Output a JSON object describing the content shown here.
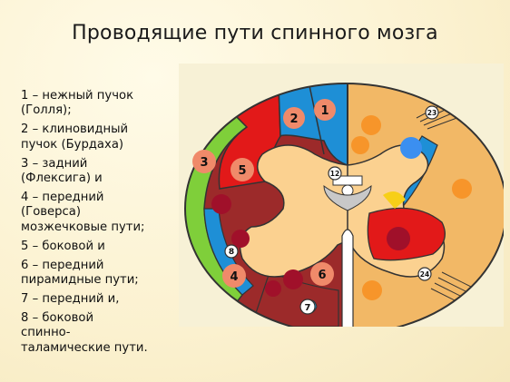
{
  "title": "Проводящие пути спинного мозга",
  "legend": [
    "1 – нежный пучок\n(Голля);",
    "2 – клиновидный\nпучок (Бурдаха)",
    "3 – задний\n(Флексига) и",
    "4 – передний\n(Говерса)\nмозжечковые пути;",
    "5 – боковой и",
    "6 – передний\nпирамидные пути;",
    "7 – передний и,",
    "8 – боковой\nспинно-\nталамические пути."
  ],
  "diagram": {
    "markers": [
      "1",
      "2",
      "3",
      "4",
      "5",
      "6",
      "7",
      "8",
      "12",
      "23",
      "24"
    ]
  },
  "colors": {
    "background": "#fbf1cf",
    "panel": "#f7f1d6",
    "white_matter_right": "#f2b866",
    "grey_matter": "#fbd190",
    "gracile_cuneate": "#1e8fd6",
    "spinocerebellar_posterior": "#e21919",
    "spinocerebellar_anterior": "#9c2a2a",
    "outer_band": "#7fcf3a",
    "pyramidal_dot": "#a0102a",
    "marker_fill": "#f08a6a",
    "orange_dot": "#f7952a",
    "blue_dot": "#3b8ff0",
    "yellow_patch": "#f7cf18"
  }
}
